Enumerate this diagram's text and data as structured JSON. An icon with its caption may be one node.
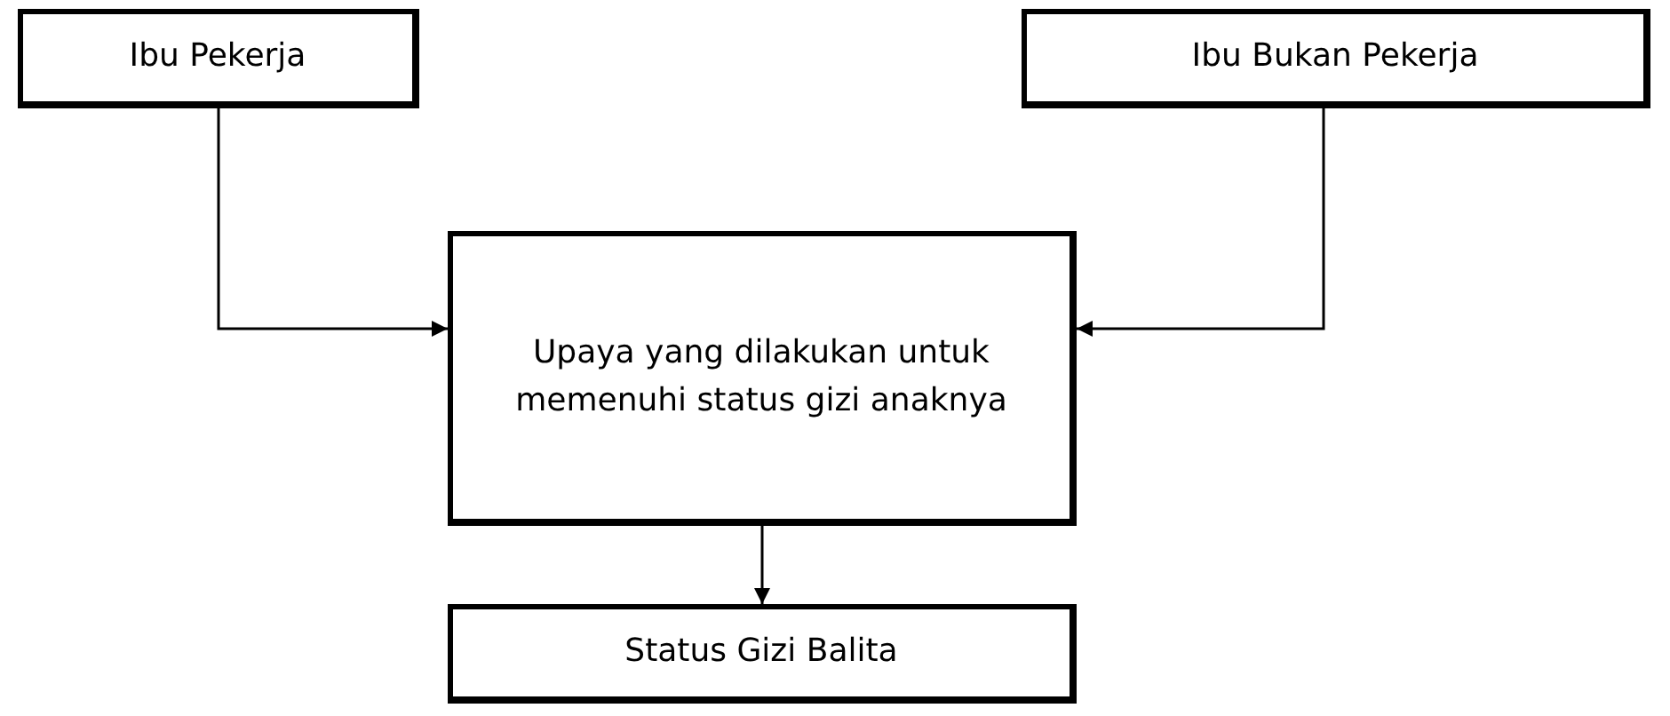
{
  "diagram": {
    "nodes": [
      {
        "text": [
          "Ibu Pekerja"
        ]
      },
      {
        "text": [
          "Ibu Bukan Pekerja"
        ]
      },
      {
        "text": [
          "Upaya yang dilakukan untuk memenuhi status gizi anaknya"
        ]
      },
      {
        "text": [
          "Status Gizi Balita"
        ]
      }
    ],
    "edges": [
      {
        "from": 0,
        "to": 2,
        "arrow": "to"
      },
      {
        "from": 1,
        "to": 2,
        "arrow": "to"
      },
      {
        "from": 2,
        "to": 3,
        "arrow": "to"
      }
    ]
  }
}
